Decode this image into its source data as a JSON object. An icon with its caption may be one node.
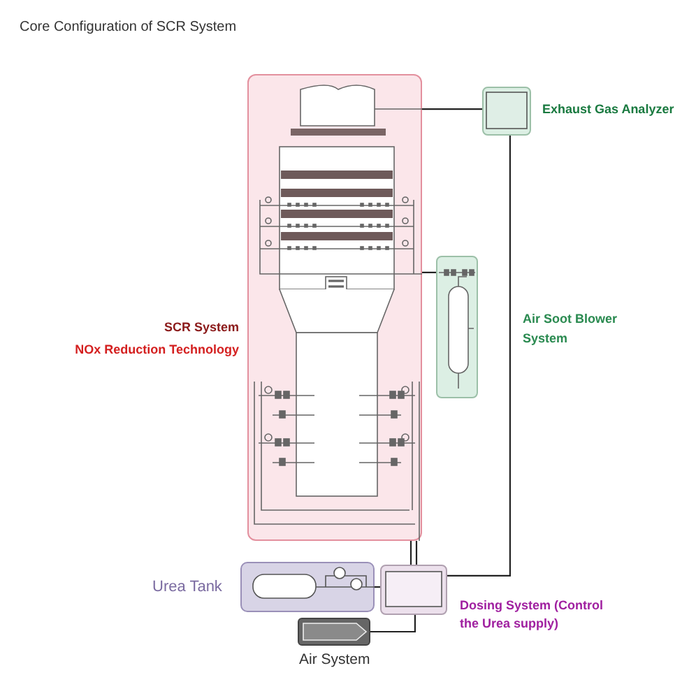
{
  "diagram": {
    "title": "Core Configuration of SCR System",
    "nodes": [
      {
        "text": [
          "SCR System",
          "NOx Reduction Technology"
        ]
      },
      {
        "text": [
          "Exhaust Gas Analyzer"
        ]
      },
      {
        "text": [
          "Air Soot Blower System"
        ]
      },
      {
        "text": [
          "Urea Tank"
        ]
      },
      {
        "text": [
          "Dosing System (Control the Urea supply)"
        ]
      },
      {
        "text": [
          "Air System"
        ]
      }
    ],
    "edges": [
      {
        "from": 0,
        "to": 1,
        "arrow": "none"
      },
      {
        "from": 0,
        "to": 2,
        "arrow": "none"
      },
      {
        "from": 1,
        "to": 4,
        "arrow": "none"
      },
      {
        "from": 0,
        "to": 4,
        "arrow": "none"
      },
      {
        "from": 0,
        "to": 4,
        "arrow": "none"
      },
      {
        "from": 3,
        "to": 4,
        "arrow": "none"
      },
      {
        "from": 5,
        "to": 4,
        "arrow": "none"
      }
    ]
  }
}
